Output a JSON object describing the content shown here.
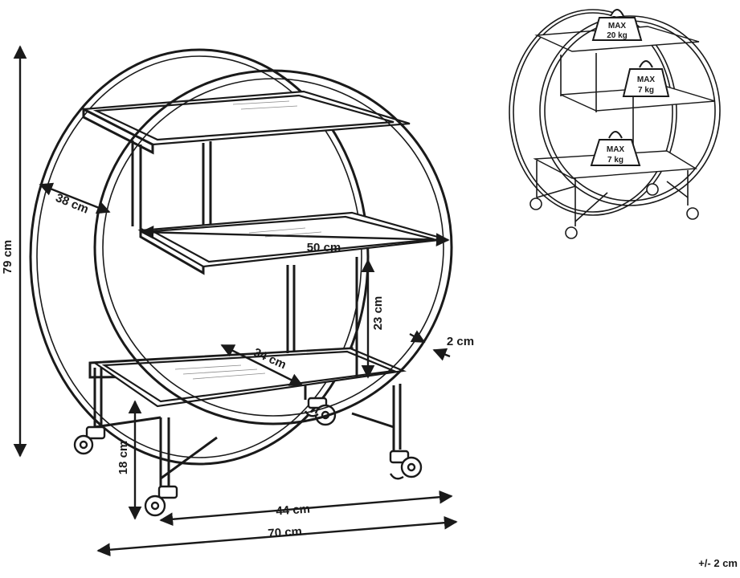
{
  "dimensions": {
    "height_total": "79 cm",
    "depth": "38 cm",
    "width_shelf": "50 cm",
    "shelf_gap": "23 cm",
    "tube": "2 cm",
    "bottom_depth": "34 cm",
    "leg_height": "18 cm",
    "base_width": "44 cm",
    "width_total": "70 cm"
  },
  "load": {
    "top": {
      "line1": "MAX",
      "line2": "20 kg"
    },
    "middle": {
      "line1": "MAX",
      "line2": "7 kg"
    },
    "bottom": {
      "line1": "MAX",
      "line2": "7 kg"
    }
  },
  "tolerance": "+/- 2 cm"
}
